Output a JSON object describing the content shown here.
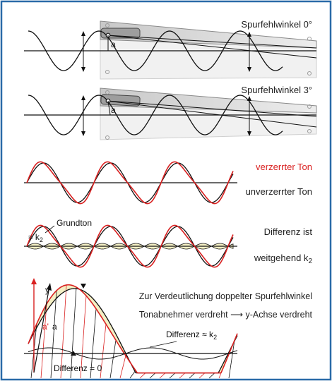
{
  "panel1": {
    "label": "Spurfehlwinkel 0°",
    "arm_label": "a"
  },
  "panel2": {
    "label": "Spurfehlwinkel 3°",
    "arm_label": "a"
  },
  "panel3": {
    "label_red": "verzerrter Ton",
    "label_black": "unverzerrter Ton"
  },
  "panel4": {
    "grundton": "Grundton",
    "k2_label": "≈ k",
    "k2_sub": "2",
    "line1": "Differenz ist",
    "line2": "weitgehend k",
    "line2_sub": "2"
  },
  "panel5": {
    "y_axis": "y",
    "a_prime": "a'",
    "a": "a",
    "line1": "Zur Verdeutlichung doppelter Spurfehlwinkel",
    "line2": "Tonabnehmer verdreht ⟶ y-Achse verdreht",
    "diff_k2": "Differenz ≈ k",
    "diff_k2_sub": "2",
    "diff_zero": "Differenz = 0"
  },
  "colors": {
    "border": "#2a6aa8",
    "red": "#d92020",
    "fill": "#f4efc4",
    "arm": "#b9b9b9"
  }
}
